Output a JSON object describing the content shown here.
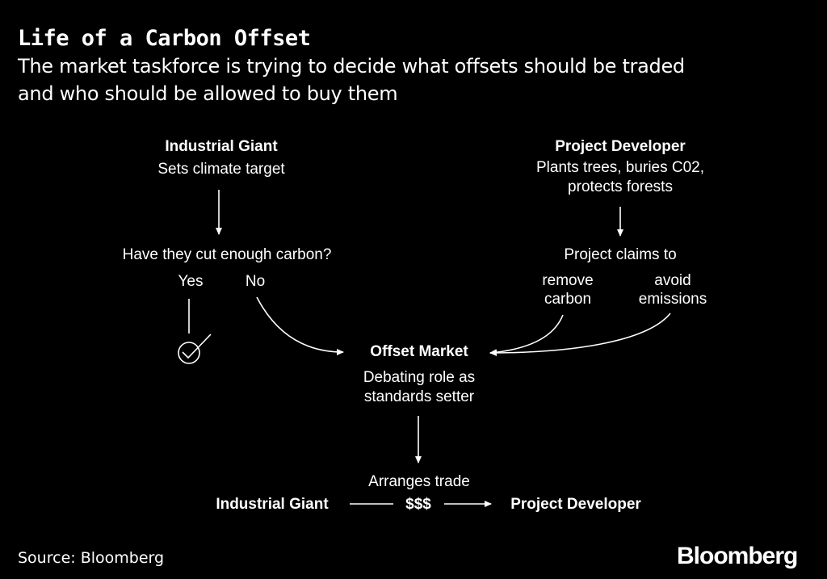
{
  "header": {
    "title": "Life of a Carbon Offset",
    "subtitle_lines": [
      "The market taskforce is trying to decide what offsets should be traded",
      "and who should be allowed to buy them"
    ]
  },
  "diagram": {
    "industrial_giant": {
      "title": "Industrial Giant",
      "desc": "Sets climate target"
    },
    "question": {
      "text": "Have they cut enough carbon?",
      "yes": "Yes",
      "no": "No"
    },
    "project_developer": {
      "title": "Project Developer",
      "desc_lines": [
        "Plants trees, buries C02,",
        "protects forests"
      ]
    },
    "claims": {
      "text": "Project claims to",
      "option1_lines": [
        "remove",
        "carbon"
      ],
      "option2_lines": [
        "avoid",
        "emissions"
      ]
    },
    "offset_market": {
      "title": "Offset Market",
      "desc_lines": [
        "Debating role as",
        "standards setter"
      ]
    },
    "trade": {
      "label": "Arranges trade",
      "from": "Industrial Giant",
      "money": "$$$",
      "to": "Project Developer"
    }
  },
  "footer": {
    "source": "Source: Bloomberg",
    "logo": "Bloomberg"
  }
}
